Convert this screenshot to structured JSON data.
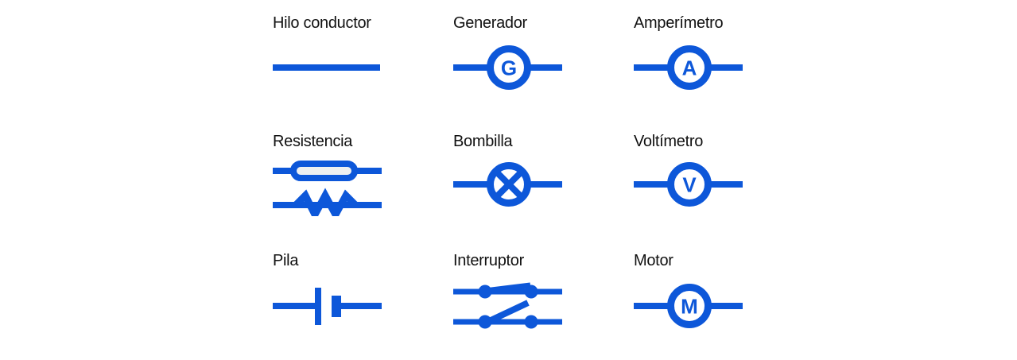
{
  "colors": {
    "symbol_blue": "#0D57D9",
    "label_black": "#111111",
    "background": "#ffffff",
    "resistor_fill": "#eef0f1"
  },
  "legend": {
    "items": [
      {
        "label": "Hilo conductor",
        "symbol": "wire"
      },
      {
        "label": "Generador",
        "symbol": "generator-meter-circle",
        "letter": "G"
      },
      {
        "label": "Amperímetro",
        "symbol": "ammeter-meter-circle",
        "letter": "A"
      },
      {
        "label": "Resistencia",
        "symbol": "resistor-box-and-zigzag"
      },
      {
        "label": "Bombilla",
        "symbol": "bulb-circle-cross"
      },
      {
        "label": "Voltímetro",
        "symbol": "voltmeter-meter-circle",
        "letter": "V"
      },
      {
        "label": "Pila",
        "symbol": "battery-cell-plates"
      },
      {
        "label": "Interruptor",
        "symbol": "switch-open-closed"
      },
      {
        "label": "Motor",
        "symbol": "motor-meter-circle",
        "letter": "M"
      }
    ]
  }
}
